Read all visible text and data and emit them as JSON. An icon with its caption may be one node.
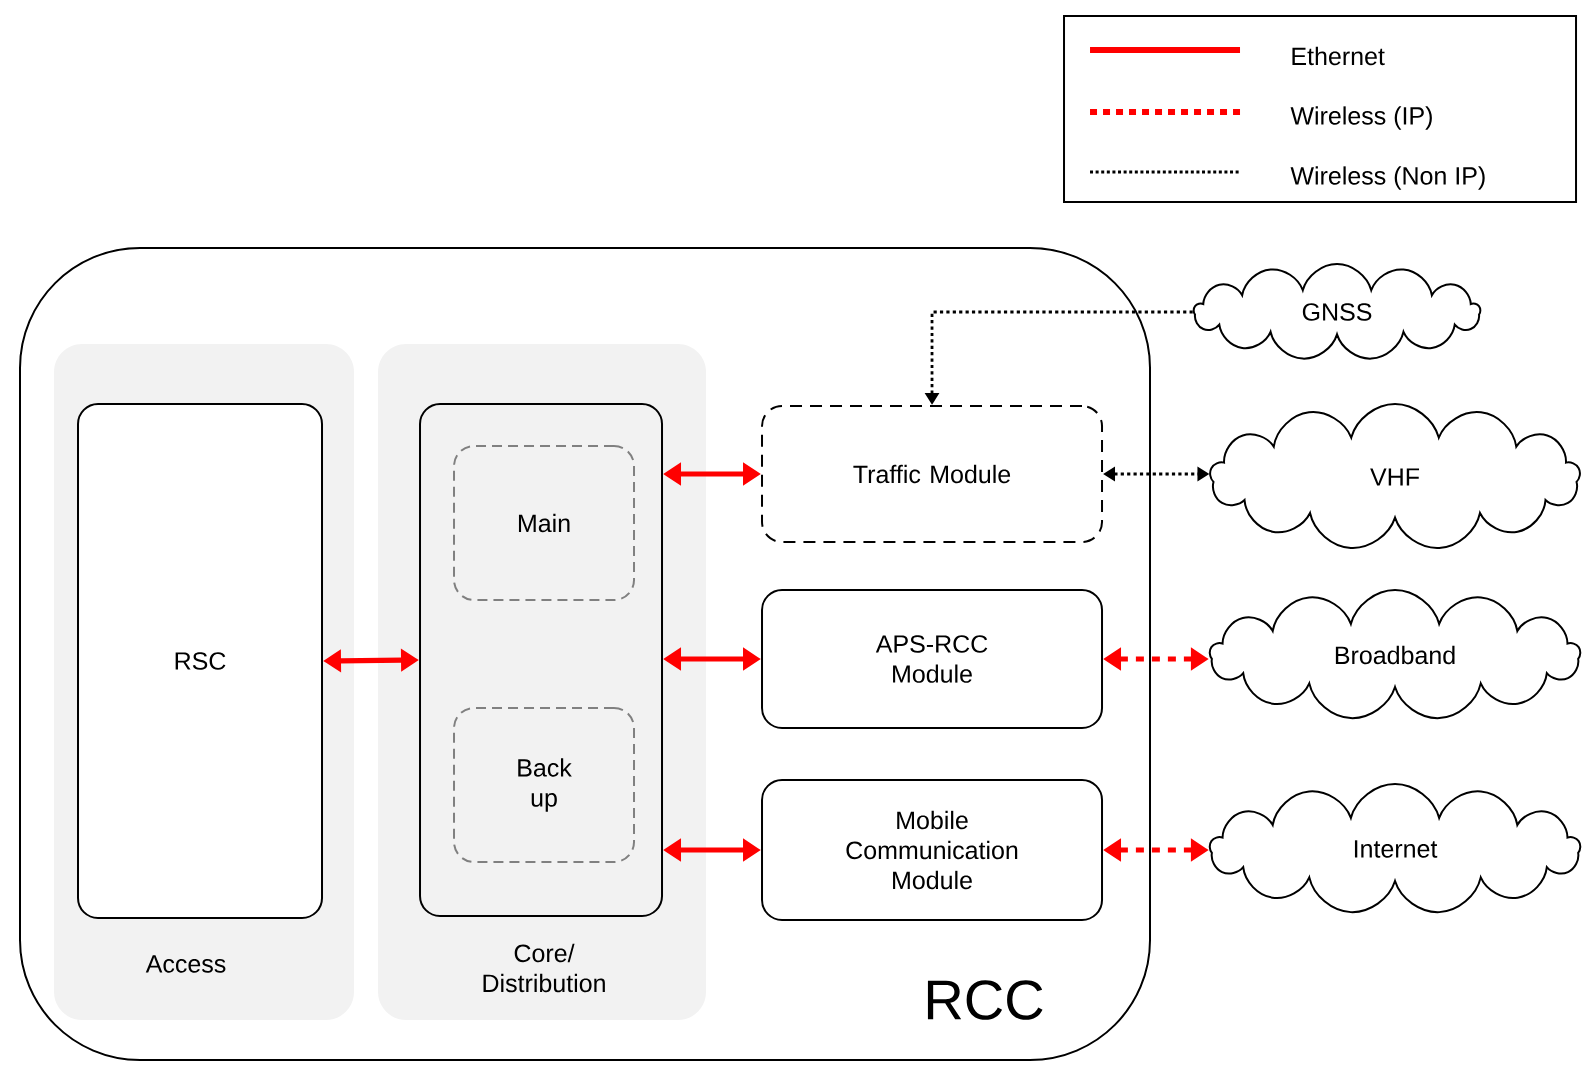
{
  "diagram": {
    "nodes": [
      {
        "text": [
          "RCC"
        ]
      },
      {
        "text": [
          "Access"
        ],
        "in": 0
      },
      {
        "text": [
          "RSC"
        ],
        "in": 1
      },
      {
        "text": [
          "Core/ Distribution"
        ],
        "in": 0
      },
      {
        "text": [],
        "shape": "box",
        "in": 3
      },
      {
        "text": [
          "Main"
        ],
        "in": 4
      },
      {
        "text": [
          "Back up"
        ],
        "in": 4
      },
      {
        "text": [
          "Traffic Module"
        ],
        "in": 0
      },
      {
        "text": [
          "APS-RCC Module"
        ],
        "in": 0
      },
      {
        "text": [
          "Mobile Communication Module"
        ],
        "in": 0
      },
      {
        "text": [
          "GNSS"
        ]
      },
      {
        "text": [
          "VHF"
        ]
      },
      {
        "text": [
          "Broadband"
        ]
      },
      {
        "text": [
          "Internet"
        ]
      }
    ],
    "edges": [
      {
        "from": 2,
        "to": 4,
        "arrow": "both",
        "color": "#ff0000"
      },
      {
        "from": 4,
        "to": 7,
        "arrow": "both",
        "color": "#ff0000"
      },
      {
        "from": 4,
        "to": 8,
        "arrow": "both",
        "color": "#ff0000"
      },
      {
        "from": 4,
        "to": 9,
        "arrow": "both",
        "color": "#ff0000"
      },
      {
        "from": 10,
        "to": 7,
        "arrow": "to",
        "style": "dashed",
        "color": "#000000"
      },
      {
        "from": 7,
        "to": 11,
        "arrow": "both",
        "style": "dashed",
        "color": "#000000"
      },
      {
        "from": 8,
        "to": 12,
        "arrow": "both",
        "style": "dashed",
        "color": "#ff0000"
      },
      {
        "from": 9,
        "to": 13,
        "arrow": "both",
        "style": "dashed",
        "color": "#ff0000"
      }
    ],
    "legend": [
      {
        "text": "Ethernet"
      },
      {
        "text": "Wireless (IP)"
      },
      {
        "text": "Wireless (Non IP)"
      }
    ]
  }
}
